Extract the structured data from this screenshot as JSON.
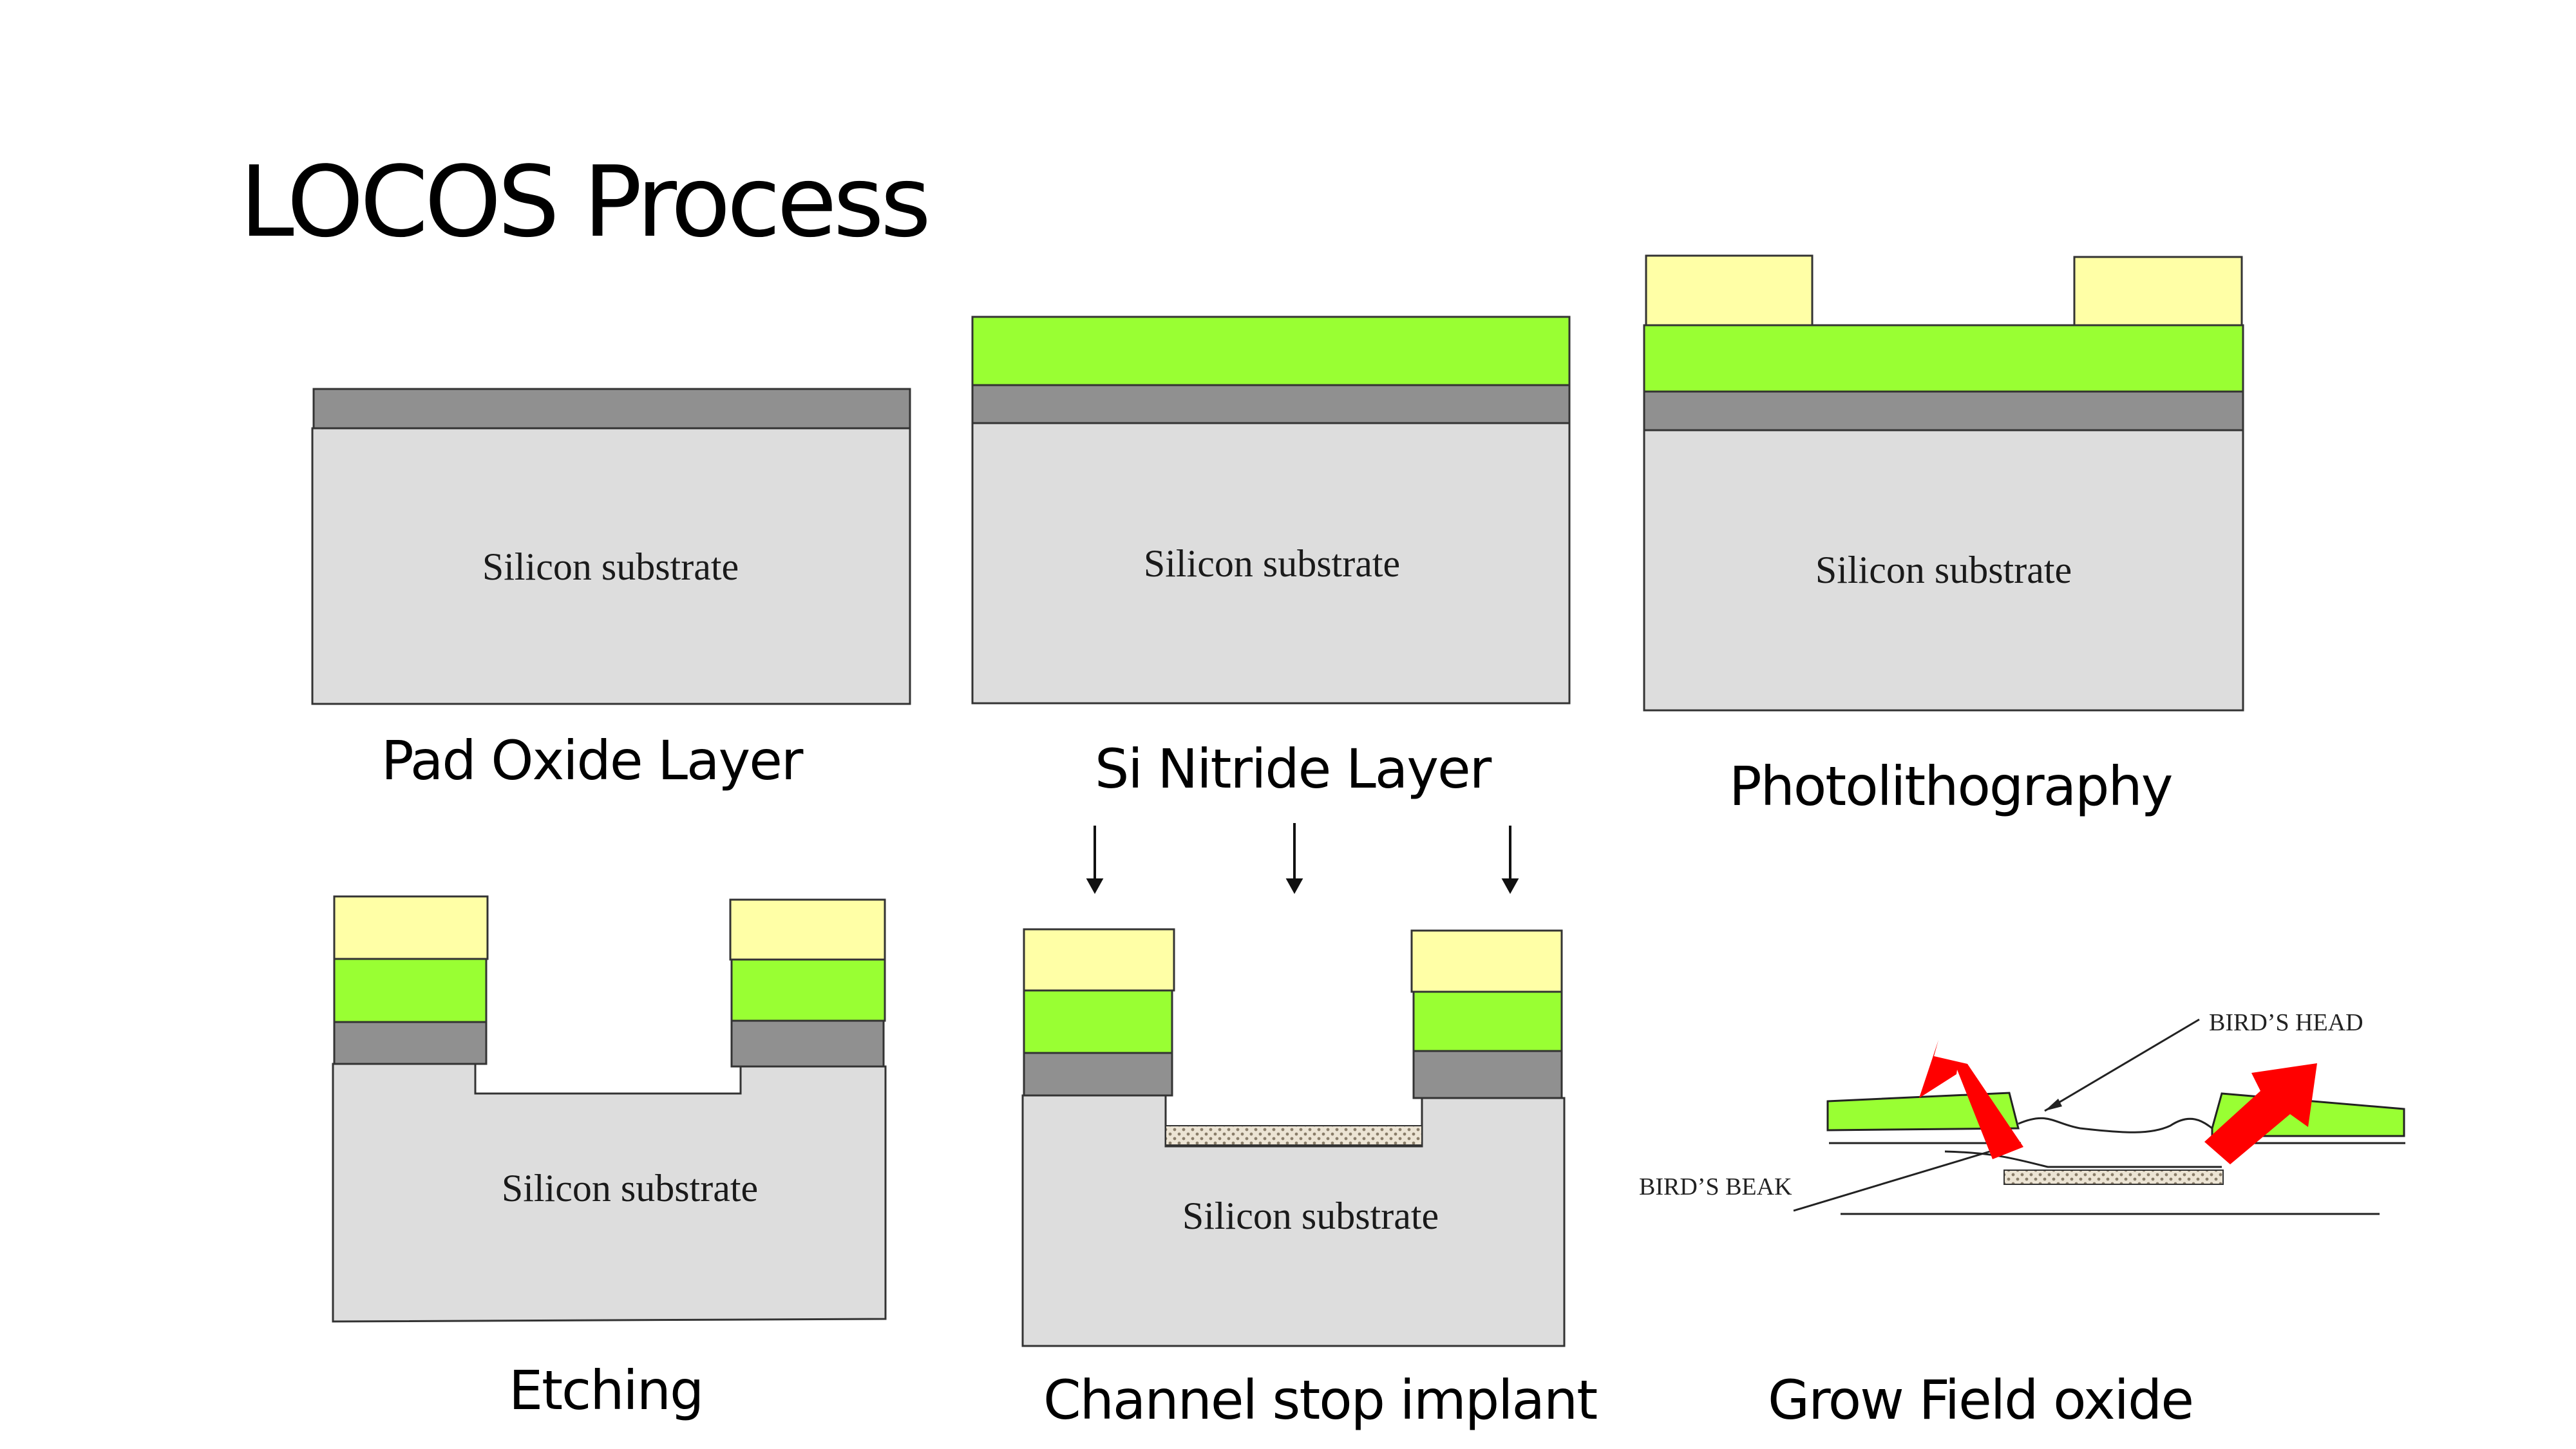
{
  "title": "LOCOS Process",
  "panels": [
    {
      "caption": "Pad Oxide Layer",
      "substrate_label": "Silicon substrate"
    },
    {
      "caption": "Si Nitride Layer",
      "substrate_label": "Silicon substrate"
    },
    {
      "caption": "Photolithography",
      "substrate_label": "Silicon substrate"
    },
    {
      "caption": "Etching",
      "substrate_label": "Silicon substrate"
    },
    {
      "caption": "Channel stop implant",
      "substrate_label": "Silicon substrate"
    },
    {
      "caption": "Grow Field oxide",
      "labels": {
        "head": "BIRD’S HEAD",
        "beak": "BIRD’S BEAK"
      }
    }
  ],
  "colors": {
    "substrate": "#dddddd",
    "pad_oxide": "#909090",
    "nitride": "#99ff33",
    "photoresist": "#ffffa6",
    "implant": "#e6dccb",
    "arrow": "#ff0000"
  }
}
